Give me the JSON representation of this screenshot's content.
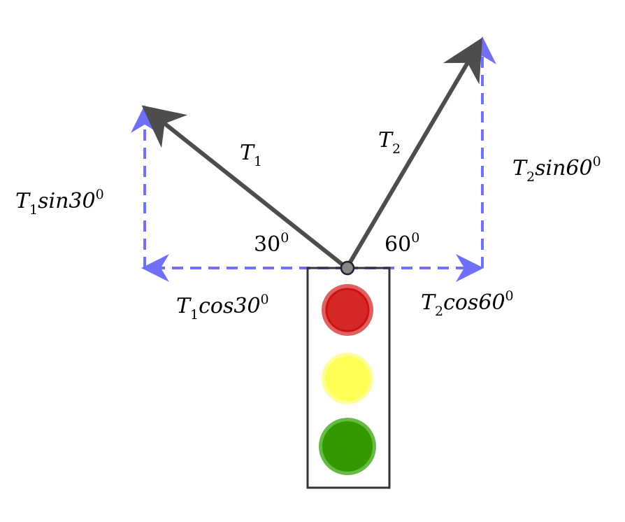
{
  "colors": {
    "tension_arrow": "#4d4d4d",
    "component_arrow": "#6f6ff7",
    "light_red": "#d62727",
    "light_red_ring": "#e06060",
    "light_yellow": "#ffff55",
    "light_yellow_ring": "#ffff99",
    "light_green": "#339900",
    "light_green_ring": "#66bb44",
    "box_stroke": "#333333",
    "node_fill": "#888888"
  },
  "labels": {
    "t1": {
      "var": "T",
      "sub": "1"
    },
    "t2": {
      "var": "T",
      "sub": "2"
    },
    "t1_sin": {
      "var": "T",
      "sub": "1",
      "func": "sin30",
      "sup": "0"
    },
    "t1_cos": {
      "var": "T",
      "sub": "1",
      "func": "cos30",
      "sup": "0"
    },
    "t2_sin": {
      "var": "T",
      "sub": "2",
      "func": "sin60",
      "sup": "0"
    },
    "t2_cos": {
      "var": "T",
      "sub": "2",
      "func": "cos60",
      "sup": "0"
    },
    "angle_left": {
      "value": "30",
      "sup": "0"
    },
    "angle_right": {
      "value": "60",
      "sup": "0"
    }
  }
}
